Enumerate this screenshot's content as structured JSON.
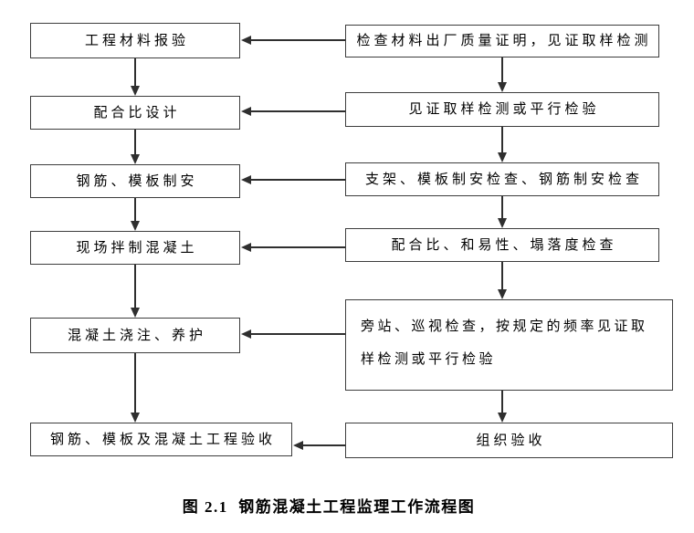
{
  "flowchart": {
    "left_nodes": [
      "工程材料报验",
      "配合比设计",
      "钢筋、模板制安",
      "现场拌制混凝土",
      "混凝土浇注、养护",
      "钢筋、模板及混凝土工程验收"
    ],
    "right_nodes": [
      "检查材料出厂质量证明，见证取样检测",
      "见证取样检测或平行检验",
      "支架、模板制安检查、钢筋制安检查",
      "配合比、和易性、塌落度检查",
      "旁站、巡视检查，按规定的频率见证取样检测或平行检验",
      "组织验收"
    ],
    "caption": "图 2.1  钢筋混凝土工程监理工作流程图",
    "colors": {
      "background": "#ffffff",
      "box_border": "#3d3d3d",
      "line": "#2f2f2f",
      "text": "#000000"
    }
  }
}
